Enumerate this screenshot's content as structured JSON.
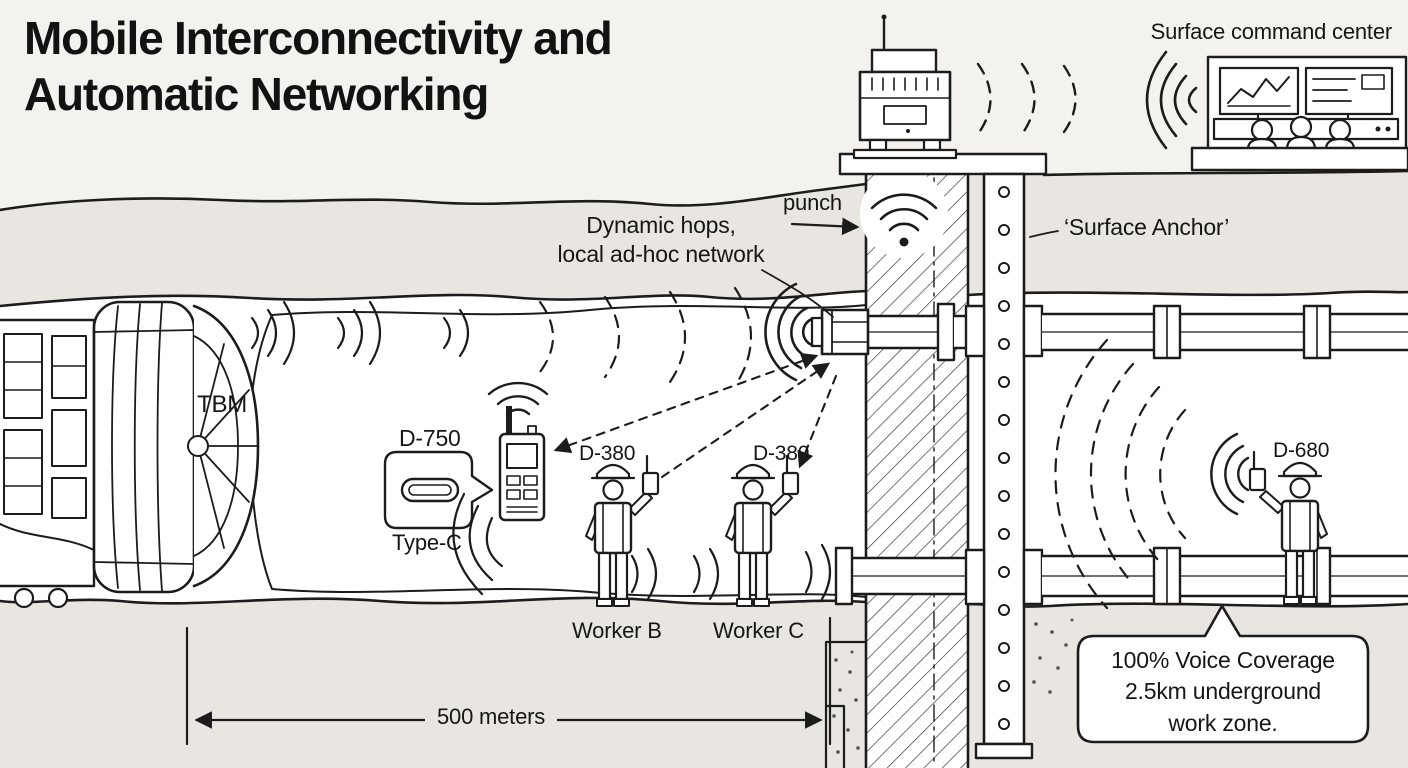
{
  "title": {
    "line1": "Mobile Interconnectivity and",
    "line2": "Automatic Networking"
  },
  "surface": {
    "command_center": "Surface command center"
  },
  "callouts": {
    "punch": "punch",
    "dynamic_hops": "Dynamic hops,\nlocal ad-hoc network",
    "surface_anchor": "‘Surface Anchor’",
    "coverage": "100% Voice Coverage\n2.5km underground\nwork zone."
  },
  "equipment": {
    "tbm": "TBM",
    "d750": "D-750",
    "type_c": "Type-C",
    "d380_b": "D-380",
    "d380_c": "D-380",
    "d680": "D-680"
  },
  "workers": {
    "worker_b": "Worker B",
    "worker_c": "Worker C"
  },
  "dimension": {
    "distance": "500 meters"
  },
  "icons": {
    "wifi": "wifi-icon",
    "signal_waves": "signal-waves-icon"
  },
  "colors": {
    "background": "#f4f2ee",
    "ground": "#e9e6e1",
    "stroke": "#1c1c1c",
    "tunnel": "#ffffff"
  }
}
